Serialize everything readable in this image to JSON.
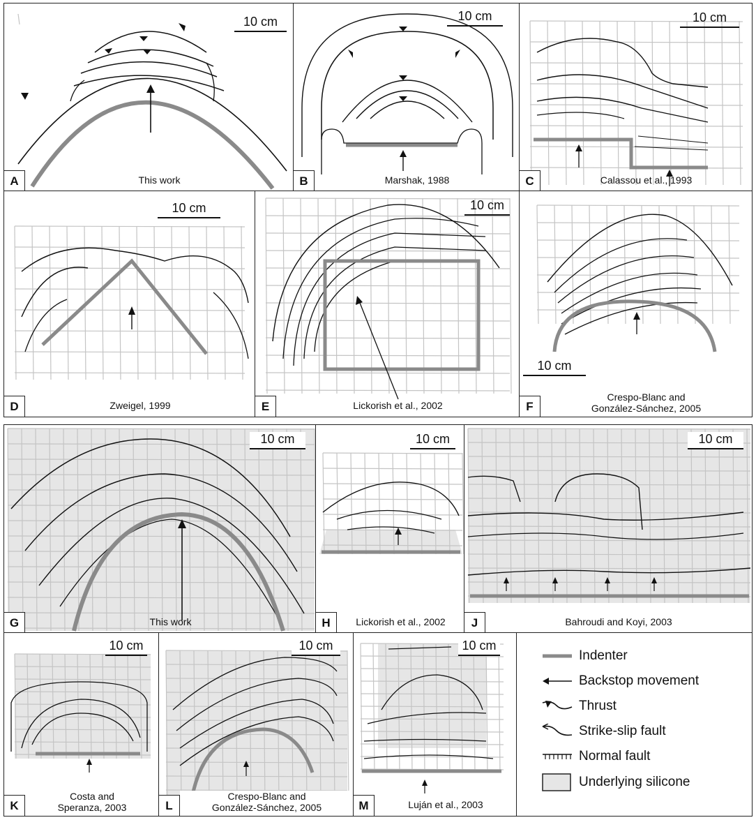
{
  "scale_label": "10 cm",
  "panels": {
    "A": {
      "letter": "A",
      "citation": "This work"
    },
    "B": {
      "letter": "B",
      "citation": "Marshak, 1988"
    },
    "C": {
      "letter": "C",
      "citation": "Calassou et al., 1993"
    },
    "D": {
      "letter": "D",
      "citation": "Zweigel, 1999"
    },
    "E": {
      "letter": "E",
      "citation": "Lickorish et al., 2002"
    },
    "F": {
      "letter": "F",
      "citation_line1": "Crespo-Blanc and",
      "citation_line2": "González-Sánchez, 2005"
    },
    "G": {
      "letter": "G",
      "citation": "This work"
    },
    "H": {
      "letter": "H",
      "citation": "Lickorish et al., 2002"
    },
    "J": {
      "letter": "J",
      "citation": "Bahroudi and Koyi, 2003"
    },
    "K": {
      "letter": "K",
      "citation_line1": "Costa and",
      "citation_line2": "Speranza, 2003"
    },
    "L": {
      "letter": "L",
      "citation_line1": "Crespo-Blanc and",
      "citation_line2": "González-Sánchez, 2005"
    },
    "M": {
      "letter": "M",
      "citation": "Luján et al., 2003"
    }
  },
  "legend": {
    "indenter": "Indenter",
    "backstop": "Backstop movement",
    "thrust": "Thrust",
    "strike_slip": "Strike-slip fault",
    "normal": "Normal fault",
    "silicone": "Underlying silicone"
  },
  "colors": {
    "indenter": "#8a8a8a",
    "grid": "#c4c4c4",
    "silicone": "#e6e6e6",
    "line": "#111111"
  }
}
